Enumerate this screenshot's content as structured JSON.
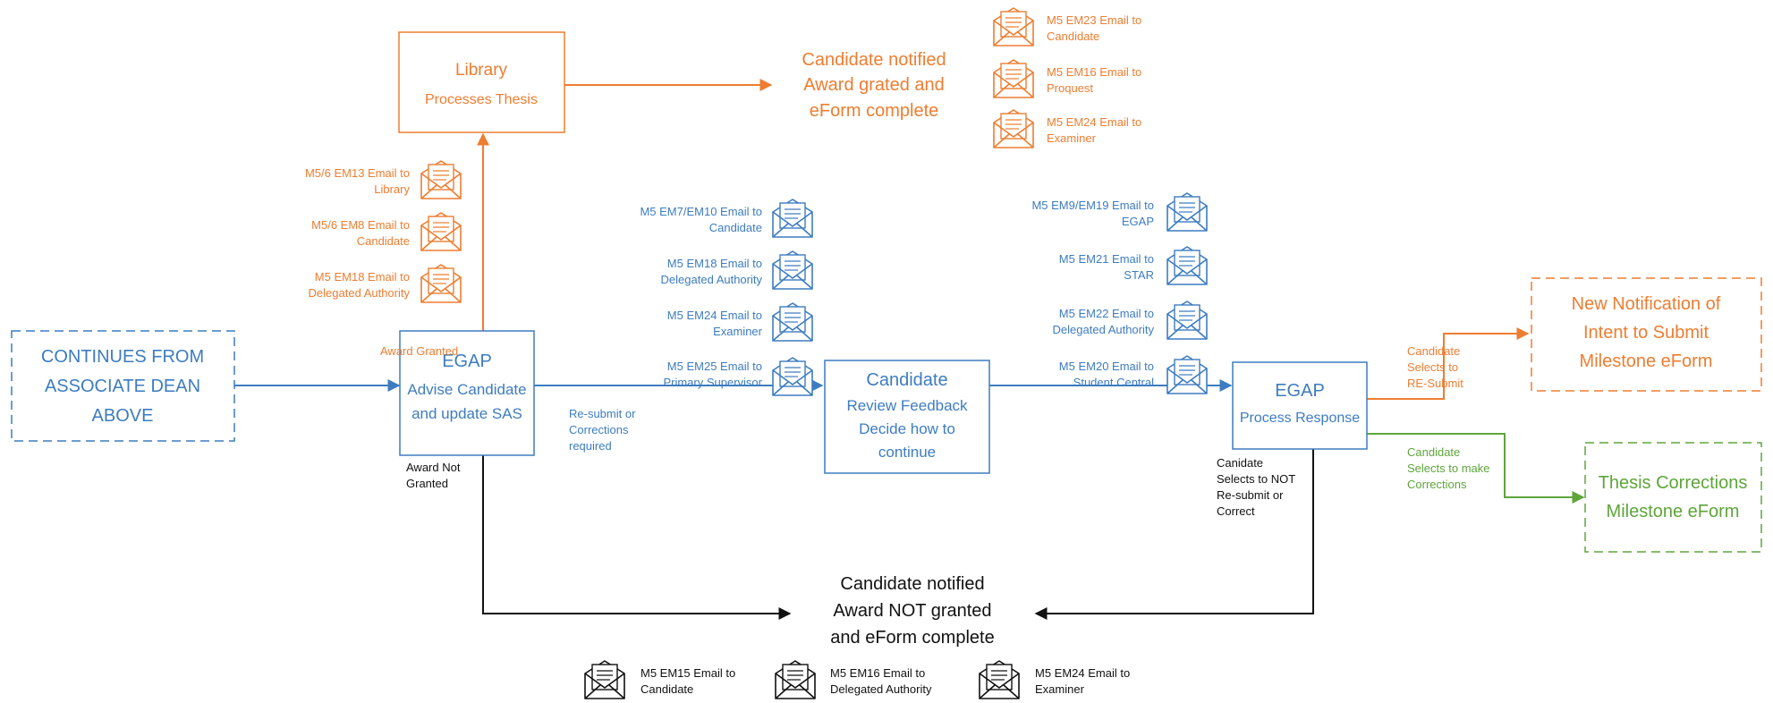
{
  "colors": {
    "blue": "#3d7cc0",
    "orange": "#ed7d31",
    "green": "#5ea53a",
    "black": "#111111"
  },
  "nodes": {
    "library": {
      "title": "Library",
      "subtitle": "Processes Thesis"
    },
    "continues": {
      "line1": "CONTINUES FROM",
      "line2": "ASSOCIATE DEAN",
      "line3": "ABOVE"
    },
    "egap_advise": {
      "title": "EGAP",
      "line1": "Advise Candidate",
      "line2": "and update SAS"
    },
    "candidate_review": {
      "title": "Candidate",
      "line1": "Review Feedback",
      "line2": "Decide how to",
      "line3": "continue"
    },
    "egap_process": {
      "title": "EGAP",
      "line1": "Process Response"
    },
    "new_notification": {
      "line1": "New Notification of",
      "line2": "Intent to Submit",
      "line3": "Milestone eForm"
    },
    "thesis_corrections": {
      "line1": "Thesis Corrections",
      "line2": "Milestone eForm"
    }
  },
  "outcomes": {
    "granted": {
      "line1": "Candidate notified",
      "line2": "Award grated and",
      "line3": "eForm complete"
    },
    "not_granted": {
      "line1": "Candidate notified",
      "line2": "Award NOT granted",
      "line3": "and eForm complete"
    }
  },
  "edge_labels": {
    "award_granted": "Award Granted",
    "award_not_granted": {
      "line1": "Award Not",
      "line2": "Granted"
    },
    "resubmit_required": {
      "line1": "Re-submit or",
      "line2": "Corrections",
      "line3": "required"
    },
    "selects_resubmit": {
      "line1": "Candidate",
      "line2": "Selects to",
      "line3": "RE-Submit"
    },
    "selects_corrections": {
      "line1": "Candidate",
      "line2": "Selects to make",
      "line3": "Corrections"
    },
    "selects_not": {
      "line1": "Canidate",
      "line2": "Selects to NOT",
      "line3": "Re-submit or",
      "line4": "Correct"
    }
  },
  "emails": {
    "library_group": [
      {
        "line1": "M5/6 EM13 Email to",
        "line2": "Library",
        "icon": "email-icon"
      },
      {
        "line1": "M5/6 EM8 Email to",
        "line2": "Candidate",
        "icon": "email-icon"
      },
      {
        "line1": "M5 EM18 Email to",
        "line2": "Delegated Authority",
        "icon": "email-icon"
      }
    ],
    "granted_group": [
      {
        "line1": "M5 EM23 Email to",
        "line2": "Candidate",
        "icon": "email-icon"
      },
      {
        "line1": "M5 EM16 Email to",
        "line2": "Proquest",
        "icon": "email-icon"
      },
      {
        "line1": "M5 EM24 Email to",
        "line2": "Examiner",
        "icon": "email-icon"
      }
    ],
    "review_group": [
      {
        "line1": "M5 EM7/EM10 Email to",
        "line2": "Candidate",
        "icon": "email-icon"
      },
      {
        "line1": "M5 EM18 Email to",
        "line2": "Delegated Authority",
        "icon": "email-icon"
      },
      {
        "line1": "M5 EM24 Email to",
        "line2": "Examiner",
        "icon": "email-icon"
      },
      {
        "line1": "M5 EM25 Email to",
        "line2": "Primary Supervisor",
        "icon": "email-icon"
      }
    ],
    "process_group": [
      {
        "line1": "M5 EM9/EM19 Email to",
        "line2": "EGAP",
        "icon": "email-icon"
      },
      {
        "line1": "M5 EM21 Email to",
        "line2": "STAR",
        "icon": "email-icon"
      },
      {
        "line1": "M5 EM22 Email to",
        "line2": "Delegated Authority",
        "icon": "email-icon"
      },
      {
        "line1": "M5 EM20 Email to",
        "line2": "Student Central",
        "icon": "email-icon"
      }
    ],
    "not_granted_group": [
      {
        "line1": "M5 EM15 Email to",
        "line2": "Candidate",
        "icon": "email-icon"
      },
      {
        "line1": "M5 EM16 Email to",
        "line2": "Delegated Authority",
        "icon": "email-icon"
      },
      {
        "line1": "M5 EM24 Email to",
        "line2": "Examiner",
        "icon": "email-icon"
      }
    ]
  }
}
